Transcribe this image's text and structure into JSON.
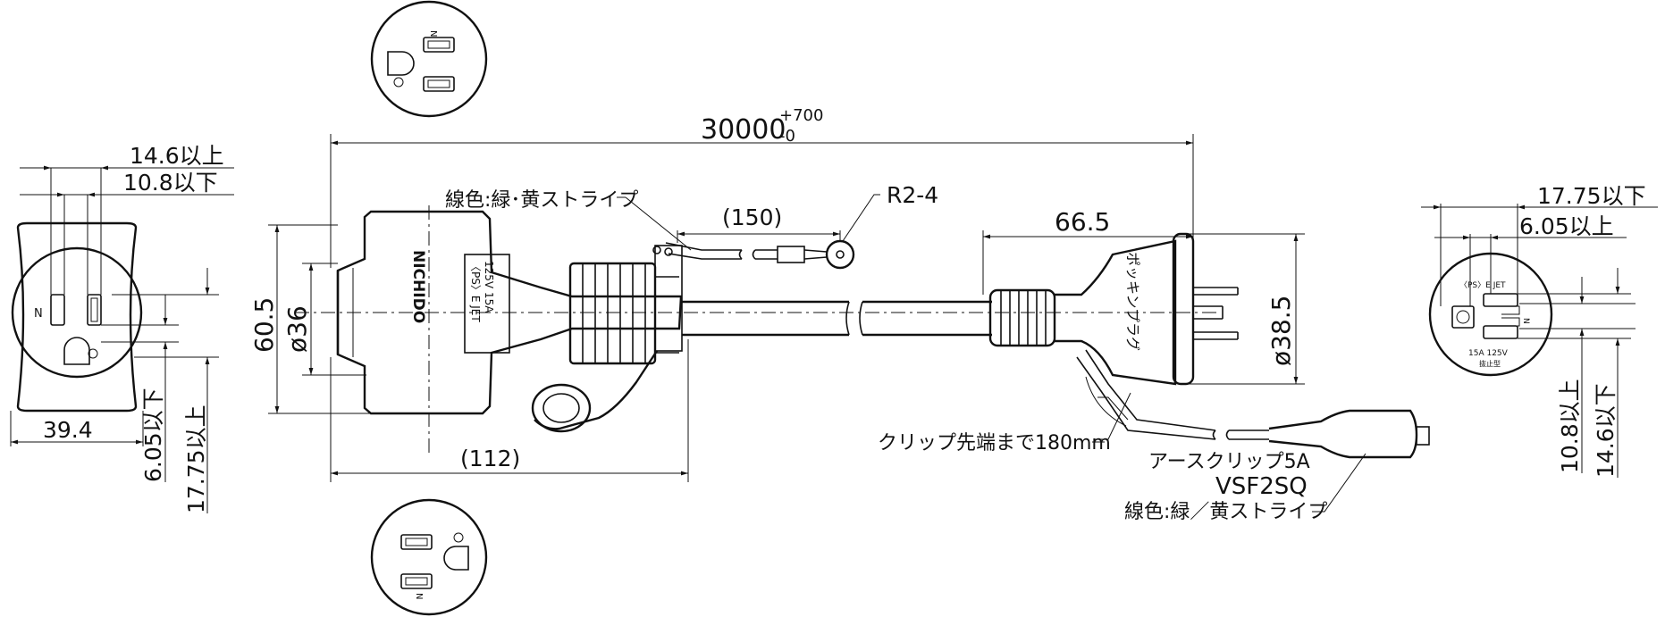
{
  "overall_length": "30000",
  "overall_tol_plus": "+700",
  "overall_tol_minus": "-0",
  "wire_color_label": "線色:緑･黄ストライプ",
  "terminal_label": "R2-4",
  "lead_length": "(150)",
  "plug_length": "66.5",
  "body_height": "60.5",
  "body_dia": "ø36",
  "plug_dia": "ø38.5",
  "body_length": "(112)",
  "clip_distance": "クリップ先端まで180mm",
  "earth_clip": "アースクリップ5A",
  "cable_type": "VSF2SQ",
  "clip_wire_color": "線色:緑／黄ストライプ",
  "left_view": {
    "dim_top1": "14.6以上",
    "dim_top2": "10.8以下",
    "dim_width": "39.4",
    "dim_v1": "6.05以下",
    "dim_v2": "17.75以上",
    "slot_label": "N"
  },
  "right_view": {
    "dim_top1": "17.75以下",
    "dim_top2": "6.05以上",
    "dim_v1": "10.8以上",
    "dim_v2": "14.6以下",
    "face_mark": "〈PS〉E JET",
    "rating": "15A 125V",
    "type_mark": "抜止型",
    "slot_label": "N"
  },
  "face_labels": {
    "neutral": "N"
  },
  "body_brand": "NICHIDO",
  "body_marking": [
    "〈PS〉E JET",
    "125V 15A"
  ],
  "plug_brand": "ポッキンプラグ"
}
